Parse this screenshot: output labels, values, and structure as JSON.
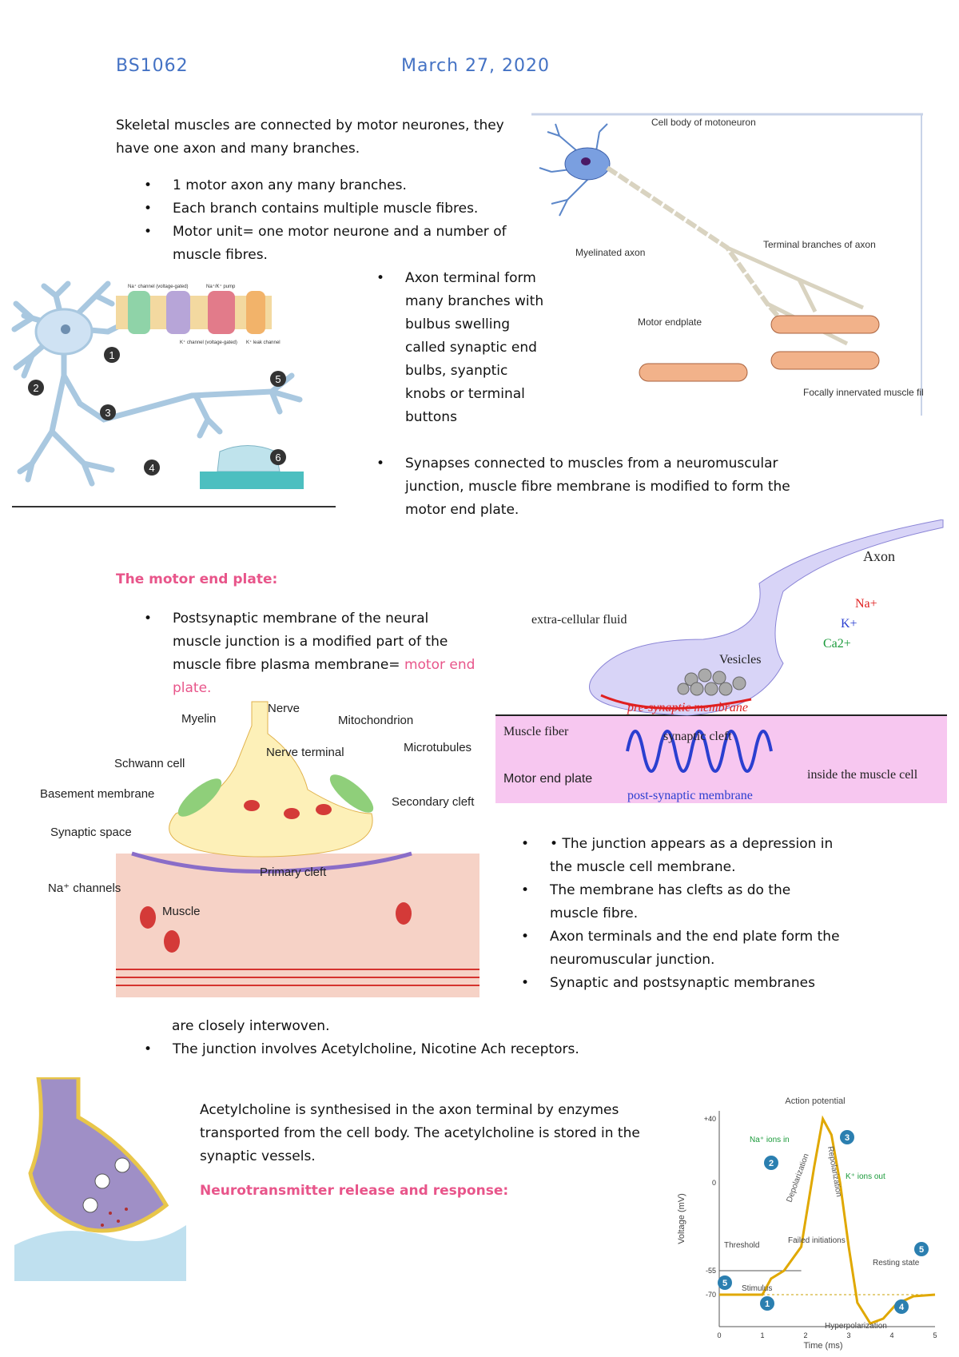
{
  "header": {
    "course": "BS1062",
    "date": "March 27, 2020"
  },
  "intro": {
    "paragraph": "Skeletal muscles are connected by motor neurones, they have one axon and many branches.",
    "bullets": [
      "1 motor axon any many branches.",
      "Each branch contains multiple muscle fibres.",
      "Motor unit= one motor neurone and a number of muscle fibres."
    ],
    "axon_bullet": "Axon terminal form many branches with bulbus swelling called synaptic end bulbs, syanptic knobs or terminal buttons",
    "synapse_bullet": "Synapses connected to muscles from a neuromuscular junction, muscle fibre membrane is modified to form the motor end plate."
  },
  "motoneuron_figure": {
    "cell_body": "Cell body of motoneuron",
    "myelinated_axon": "Myelinated axon",
    "terminal_branches": "Terminal branches of axon",
    "motor_endplate": "Motor endplate",
    "focally_innervated": "Focally innervated muscle fibres",
    "fragment": ")"
  },
  "neuron_figure": {
    "labels": [
      "1",
      "2",
      "3",
      "4",
      "5",
      "6"
    ],
    "channel_labels": [
      "Na⁺ channel (voltage-gated)",
      "Na⁺/K⁺ pump",
      "K⁺ channel (voltage-gated)",
      "K⁺ leak channel"
    ]
  },
  "motor_end_plate": {
    "heading": "The motor end plate:",
    "bullet_text": "Postsynaptic membrane of the neural muscle junction is a modified part of the muscle fibre plasma membrane=",
    "bullet_pink": "motor end plate."
  },
  "synapse_figure": {
    "axon": "Axon",
    "extracellular": "extra-cellular fluid",
    "na": "Na+",
    "k": "K+",
    "ca": "Ca2+",
    "vesicles": "Vesicles",
    "presynaptic": "pre-synaptic membrane",
    "muscle_fiber": "Muscle fiber",
    "synaptic_cleft": "synaptic cleft",
    "motor_end_plate": "Motor end plate",
    "inside_muscle": "inside the muscle cell",
    "postsynaptic": "post-synaptic membrane"
  },
  "nmj_figure": {
    "nerve": "Nerve",
    "myelin": "Myelin",
    "mitochondrion": "Mitochondrion",
    "nerve_terminal": "Nerve terminal",
    "microtubules": "Microtubules",
    "schwann": "Schwann cell",
    "basement": "Basement membrane",
    "secondary_cleft": "Secondary cleft",
    "synaptic_space": "Synaptic space",
    "primary_cleft": "Primary cleft",
    "na_channels": "Na⁺ channels",
    "muscle": "Muscle"
  },
  "junction_bullets": [
    "• The junction appears as a depression in the muscle cell membrane.",
    "The membrane has clefts as do the muscle fibre.",
    "Axon terminals and the end plate form the neuromuscular junction.",
    "Synaptic and postsynaptic membranes"
  ],
  "interwoven": "are closely interwoven.",
  "ach_bullet": "The junction involves Acetylcholine,  Nicotine Ach receptors.",
  "ach_paragraph": "Acetylcholine is synthesised in the axon terminal by enzymes transported from the cell body. The acetylcholine is stored in the synaptic vessels.",
  "neurotransmitter_heading": "Neurotransmitter release and response:",
  "action_potential_chart": {
    "chart_data": {
      "type": "line",
      "title": "Action potential",
      "xlabel": "Time (ms)",
      "ylabel": "Voltage (mV)",
      "x_ticks": [
        "0",
        "1",
        "2",
        "3",
        "4",
        "5"
      ],
      "y_ticks": [
        "+40",
        "0",
        "-55",
        "-70"
      ],
      "xlim": [
        0,
        5
      ],
      "ylim": [
        -90,
        45
      ],
      "series": [
        {
          "x": [
            0,
            1.0,
            1.2,
            1.5,
            1.9,
            2.2,
            2.4,
            2.6,
            2.8,
            3.0,
            3.2,
            3.5,
            3.8,
            4.1,
            4.5,
            5.0
          ],
          "y": [
            -70,
            -70,
            -60,
            -55,
            -40,
            10,
            40,
            30,
            0,
            -40,
            -75,
            -88,
            -85,
            -76,
            -71,
            -70
          ]
        }
      ],
      "color": "#e0a800"
    },
    "annotations": {
      "na_in": "Na⁺ ions in",
      "k_out": "K⁺ ions out",
      "depolarization": "Depolarization",
      "repolarization": "Repolarization",
      "threshold": "Threshold",
      "failed": "Failed initiations",
      "resting": "Resting state",
      "stimulus": "Stimulus",
      "hyper": "Hyperpolarization"
    },
    "markers": [
      "1",
      "2",
      "3",
      "4",
      "5",
      "5"
    ]
  }
}
